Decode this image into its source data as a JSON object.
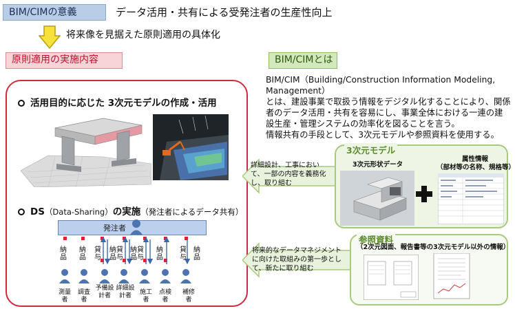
{
  "header": {
    "title": "BIM/CIMの意義",
    "headline": "データ活用・共有による受発注者の生産性向上",
    "subline": "将来像を見据えた原則適用の具体化"
  },
  "section": {
    "title": "原則適用の実施内容"
  },
  "bim": {
    "title": "BIM/CIMとは",
    "definition_1": "BIM/CIM（Building/Construction Information Modeling, Management）",
    "definition_2": "とは、建設事業で取扱う情報をデジタル化することにより、関係者のデータ活用・共有を容易にし、事業全体における一連の建設生産・管理システムの効率化を図ることを言う。",
    "definition_3": "情報共有の手段として、3次元モデルや参照資料を使用する。"
  },
  "main": {
    "heading_1": "活用目的に応じた 3次元モデルの作成・活用",
    "heading_2_bold": "DS",
    "heading_2_normal": "（Data-Sharing）",
    "heading_2_bold2": "の実施",
    "heading_2_note": "（発注者によるデータ共有）",
    "client_label": "発注者",
    "flow_labels": [
      "納品",
      "納品",
      "貸与",
      "納品",
      "貸与",
      "納品",
      "貸与",
      "納品",
      "貸与",
      "納品"
    ],
    "roles": [
      "測量者",
      "調査者",
      "予備設計者",
      "詳細設計者",
      "施工者",
      "点検者",
      "補修者"
    ]
  },
  "arrows": {
    "arrow_1": "詳細設計、工事において、一部の内容を義務化し、取り組む",
    "arrow_2": "将来的なデータマネジメントに向けた取組みの第一歩として、新たに取り組む"
  },
  "model_panel": {
    "title": "3次元モデル",
    "shape_label": "3次元形状データ",
    "attr_label": "属性情報",
    "attr_note": "（部材等の名称、規格等）"
  },
  "ref_panel": {
    "title": "参照資料",
    "note": "（2次元図面、報告書等の3次元モデル以外の情報）"
  }
}
